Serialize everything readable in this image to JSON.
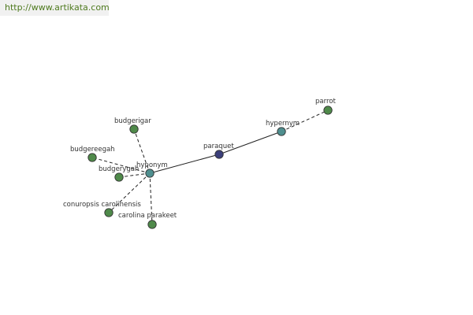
{
  "source": {
    "url_text": "http://www.artikata.com",
    "link_color": "#4e7a1e"
  },
  "colors": {
    "center_node": "#3b3f7a",
    "relation_node": "#4f8f8f",
    "leaf_node": "#4f8a4a"
  },
  "graph": {
    "nodes": {
      "paraquet": {
        "label": "paraquet",
        "kind": "center"
      },
      "hypernym": {
        "label": "hypernym",
        "kind": "relation"
      },
      "hyponym": {
        "label": "hyponym",
        "kind": "relation"
      },
      "parrot": {
        "label": "parrot",
        "kind": "leaf"
      },
      "budgerigar": {
        "label": "budgerigar",
        "kind": "leaf"
      },
      "budgereegah": {
        "label": "budgereegah",
        "kind": "leaf"
      },
      "budgerygah": {
        "label": "budgerygah",
        "kind": "leaf"
      },
      "conuropsis": {
        "label": "conuropsis carolinensis",
        "kind": "leaf"
      },
      "carolina_parakeet": {
        "label": "carolina parakeet",
        "kind": "leaf"
      }
    },
    "edges": [
      {
        "from": "paraquet",
        "to": "hypernym",
        "style": "solid"
      },
      {
        "from": "paraquet",
        "to": "hyponym",
        "style": "solid"
      },
      {
        "from": "hypernym",
        "to": "parrot",
        "style": "dashed"
      },
      {
        "from": "hyponym",
        "to": "budgerigar",
        "style": "dashed"
      },
      {
        "from": "hyponym",
        "to": "budgereegah",
        "style": "dashed"
      },
      {
        "from": "hyponym",
        "to": "budgerygah",
        "style": "dashed"
      },
      {
        "from": "hyponym",
        "to": "conuropsis",
        "style": "dashed"
      },
      {
        "from": "hyponym",
        "to": "carolina_parakeet",
        "style": "dashed"
      }
    ]
  }
}
